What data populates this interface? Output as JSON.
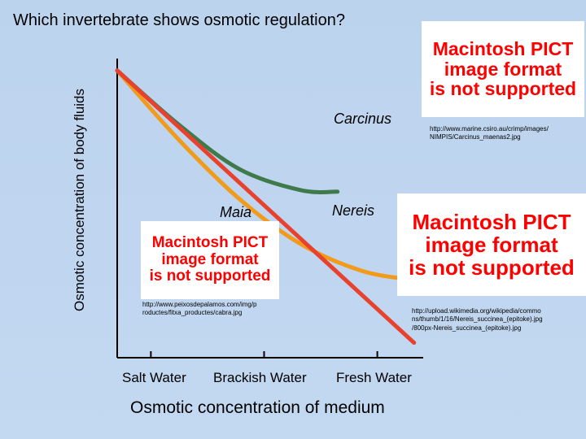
{
  "title": "Which invertebrate shows osmotic regulation?",
  "chart_data": {
    "type": "line",
    "xlabel": "Osmotic concentration of medium",
    "ylabel": "Osmotic concentration of body fluids",
    "categories": [
      "Salt Water",
      "Brackish Water",
      "Fresh Water"
    ],
    "x_range": [
      0,
      1
    ],
    "y_range": [
      0,
      1
    ],
    "grid": false,
    "legend": "none",
    "series": [
      {
        "name": "Carcinus",
        "color": "#3f7a4a",
        "x": [
          0.0,
          0.2,
          0.4,
          0.6,
          0.72
        ],
        "y": [
          0.96,
          0.78,
          0.63,
          0.56,
          0.555
        ]
      },
      {
        "name": "Nereis",
        "color": "#f29a1a",
        "x": [
          0.0,
          0.2,
          0.4,
          0.6,
          0.8,
          0.97
        ],
        "y": [
          0.96,
          0.73,
          0.53,
          0.38,
          0.29,
          0.26
        ]
      },
      {
        "name": "Maia",
        "color": "#e8412d",
        "x": [
          0.0,
          0.97
        ],
        "y": [
          0.96,
          0.05
        ]
      }
    ]
  },
  "images": [
    {
      "line1": "Macintosh PICT",
      "line2": "image format",
      "line3": "is not supported"
    },
    {
      "line1": "Macintosh PICT",
      "line2": "image format",
      "line3": "is not supported"
    },
    {
      "line1": "Macintosh PICT",
      "line2": "image format",
      "line3": "is not supported"
    }
  ],
  "urls": {
    "carcinus": "http://www.marine.csiro.au/crimp/images/\nNIMPIS/Carcinus_maenas2.jpg",
    "maia": "http://www.peixosdepalamos.com/img/p\nroductes/fitxa_productes/cabra.jpg",
    "nereis": "http://upload.wikimedia.org/wikipedia/commo\nns/thumb/1/16/Nereis_succinea_(epitoke).jpg\n/800px-Nereis_succinea_(epitoke).jpg"
  }
}
